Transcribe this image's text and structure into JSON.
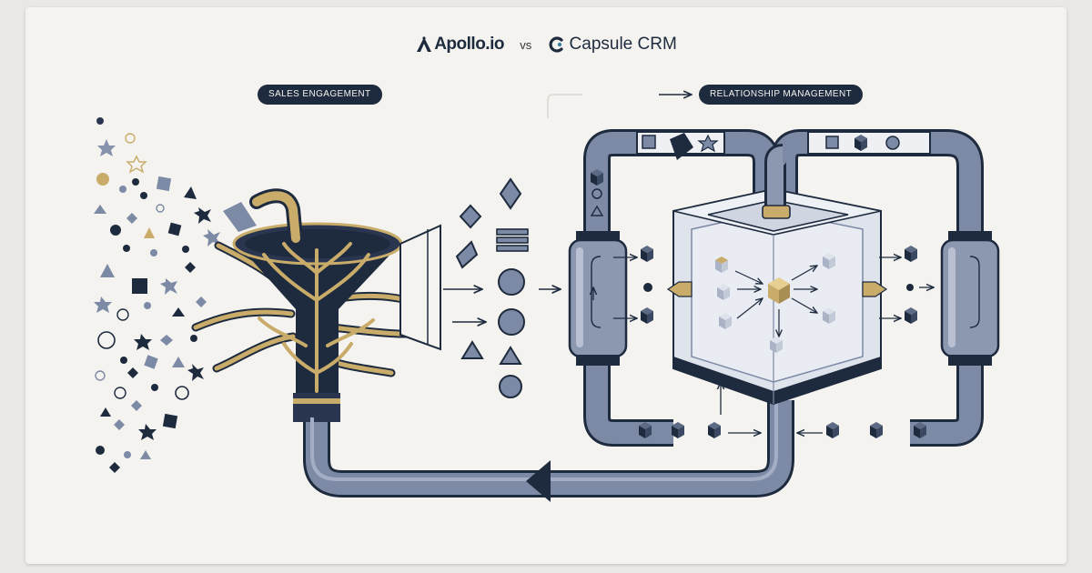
{
  "header": {
    "brand_left": "Apollo.io",
    "separator": "vs",
    "brand_right": "Capsule CRM"
  },
  "labels": {
    "sales": "SALES ENGAGEMENT",
    "relationship": "RELATIONSHIP MANAGEMENT"
  },
  "colors": {
    "navy": "#1e2b3e",
    "slate": "#7d8aa6",
    "gold": "#c9ac6a",
    "background": "#f4f3ef"
  },
  "icons": [
    "apollo-logo-icon",
    "capsule-logo-icon",
    "arrow-right-icon",
    "arrow-left-icon",
    "funnel-icon",
    "cube-icon"
  ]
}
